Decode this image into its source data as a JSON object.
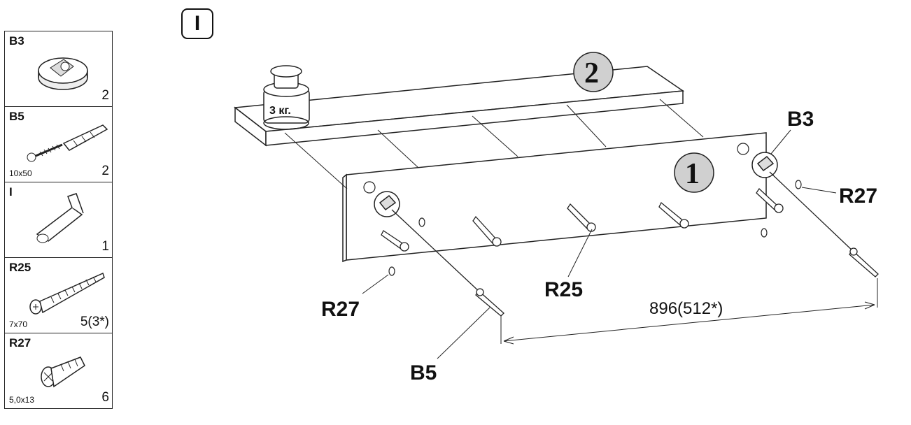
{
  "step": "I",
  "parts": [
    {
      "id": "B3",
      "icon": "cam-lock-icon",
      "size": "",
      "qty": "2"
    },
    {
      "id": "B5",
      "icon": "wall-plug-screw-icon",
      "size": "10x50",
      "qty": "2"
    },
    {
      "id": "I",
      "icon": "hex-key-icon",
      "size": "",
      "qty": "1"
    },
    {
      "id": "R25",
      "icon": "screw-icon",
      "size": "7x70",
      "qty": "5(3*)"
    },
    {
      "id": "R27",
      "icon": "dowel-icon",
      "size": "5,0x13",
      "qty": "6"
    }
  ],
  "diagram": {
    "panel_1": "1",
    "panel_2": "2",
    "weight": "3 кг.",
    "labels": {
      "b3": "B3",
      "r27_left": "R27",
      "r27_right": "R27",
      "r25": "R25",
      "b5": "B5"
    },
    "dimension": "896(512*)"
  }
}
